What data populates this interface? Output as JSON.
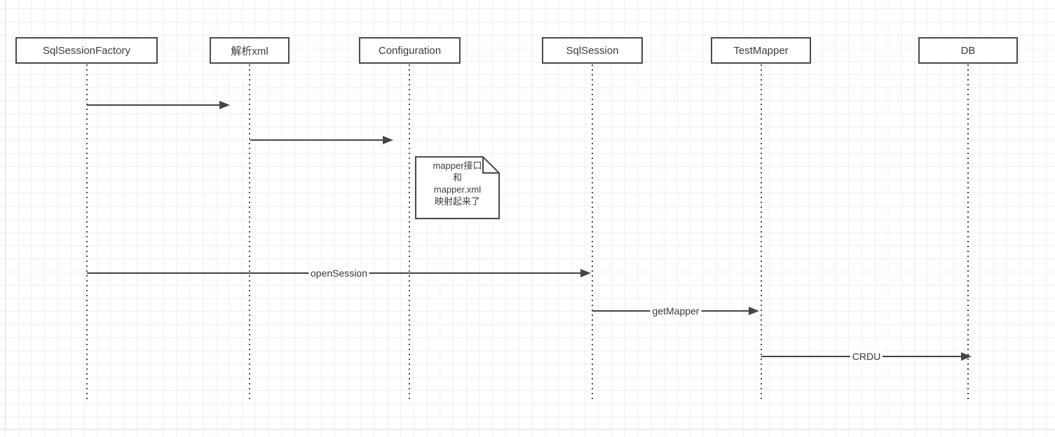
{
  "diagram": {
    "type": "sequence-diagram",
    "lifelines": [
      {
        "name": "SqlSessionFactory"
      },
      {
        "name": "解析xml"
      },
      {
        "name": "Configuration"
      },
      {
        "name": "SqlSession"
      },
      {
        "name": "TestMapper"
      },
      {
        "name": "DB"
      }
    ],
    "messages": [
      {
        "label": "",
        "from": "SqlSessionFactory",
        "to": "解析xml"
      },
      {
        "label": "",
        "from": "解析xml",
        "to": "Configuration"
      },
      {
        "label": "openSession",
        "from": "SqlSessionFactory",
        "to": "SqlSession"
      },
      {
        "label": "getMapper",
        "from": "SqlSession",
        "to": "TestMapper"
      },
      {
        "label": "CRDU",
        "from": "TestMapper",
        "to": "DB"
      }
    ],
    "note": {
      "attached_to": "Configuration",
      "lines": [
        "mapper接口",
        "和",
        "mapper.xml",
        "映射起来了"
      ]
    },
    "colors": {
      "stroke": "#4a4a4a",
      "text": "#3c3c3c",
      "grid_line": "#efeff1",
      "background": "#ffffff"
    }
  }
}
